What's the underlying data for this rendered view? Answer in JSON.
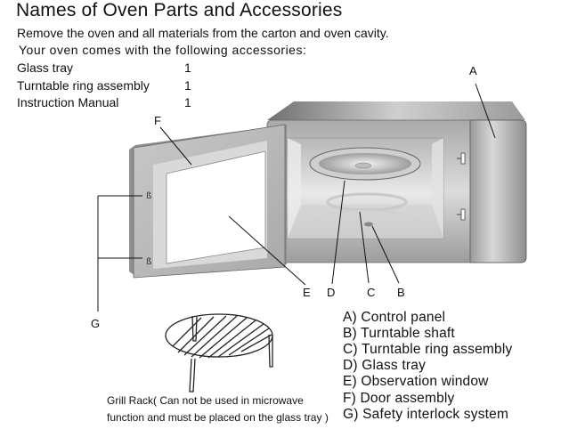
{
  "header": {
    "title": "Names of Oven Parts and Accessories",
    "intro_line1": "Remove the oven and all materials from the carton and oven cavity.",
    "intro_line2": "Your oven comes with the following accessories:"
  },
  "accessories": [
    {
      "name": "Glass tray",
      "qty": "1"
    },
    {
      "name": "Turntable ring assembly",
      "qty": "1"
    },
    {
      "name": "Instruction Manual",
      "qty": "1"
    }
  ],
  "callouts": {
    "A": "A",
    "B": "B",
    "C": "C",
    "D": "D",
    "E": "E",
    "F": "F",
    "G": "G"
  },
  "parts_legend": [
    "A) Control panel",
    "B) Turntable shaft",
    "C) Turntable ring assembly",
    "D) Glass tray",
    "E) Observation window",
    "F) Door assembly",
    "G) Safety interlock system"
  ],
  "grill_rack": {
    "caption_line1": "Grill Rack( Can not be used in microwave",
    "caption_line2": "function and must be placed on the glass tray )"
  }
}
